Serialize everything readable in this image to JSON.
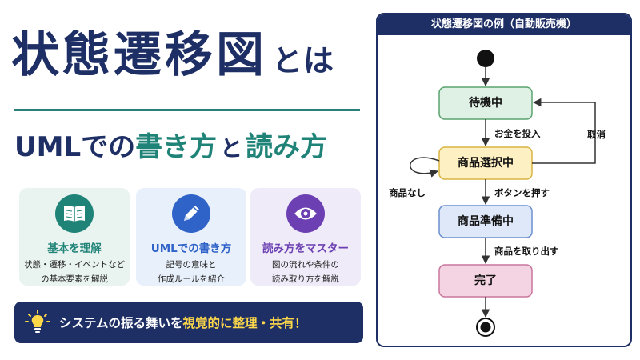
{
  "title": {
    "main": "状態遷移図",
    "suffix": "とは"
  },
  "subtitle": {
    "part1": "UMLでの",
    "part2": "書き方",
    "part3": "と",
    "part4": "読み方"
  },
  "cards": [
    {
      "icon": "book-icon",
      "title": "基本を理解",
      "desc1": "状態・遷移・イベントなど",
      "desc2": "の基本要素を解説"
    },
    {
      "icon": "pencil-icon",
      "title": "UMLでの書き方",
      "desc1": "記号の意味と",
      "desc2": "作成ルールを紹介"
    },
    {
      "icon": "eye-icon",
      "title": "読み方をマスター",
      "desc1": "図の流れや条件の",
      "desc2": "読み取り方を解説"
    }
  ],
  "banner": {
    "text1": "システムの振る舞いを",
    "text2": "視覚的に整理・共有！"
  },
  "diagram": {
    "header": "状態遷移図の例（自動販売機）",
    "states": {
      "waiting": "待機中",
      "selecting": "商品選択中",
      "preparing": "商品準備中",
      "done": "完了"
    },
    "transitions": {
      "insert": "お金を投入",
      "cancel": "取消",
      "none": "商品なし",
      "press": "ボタンを押す",
      "take": "商品を取り出す"
    },
    "colors": {
      "waiting": "#dff0e4",
      "selecting": "#fdf0c2",
      "preparing": "#dfe8f8",
      "done": "#f4d3e2"
    }
  }
}
